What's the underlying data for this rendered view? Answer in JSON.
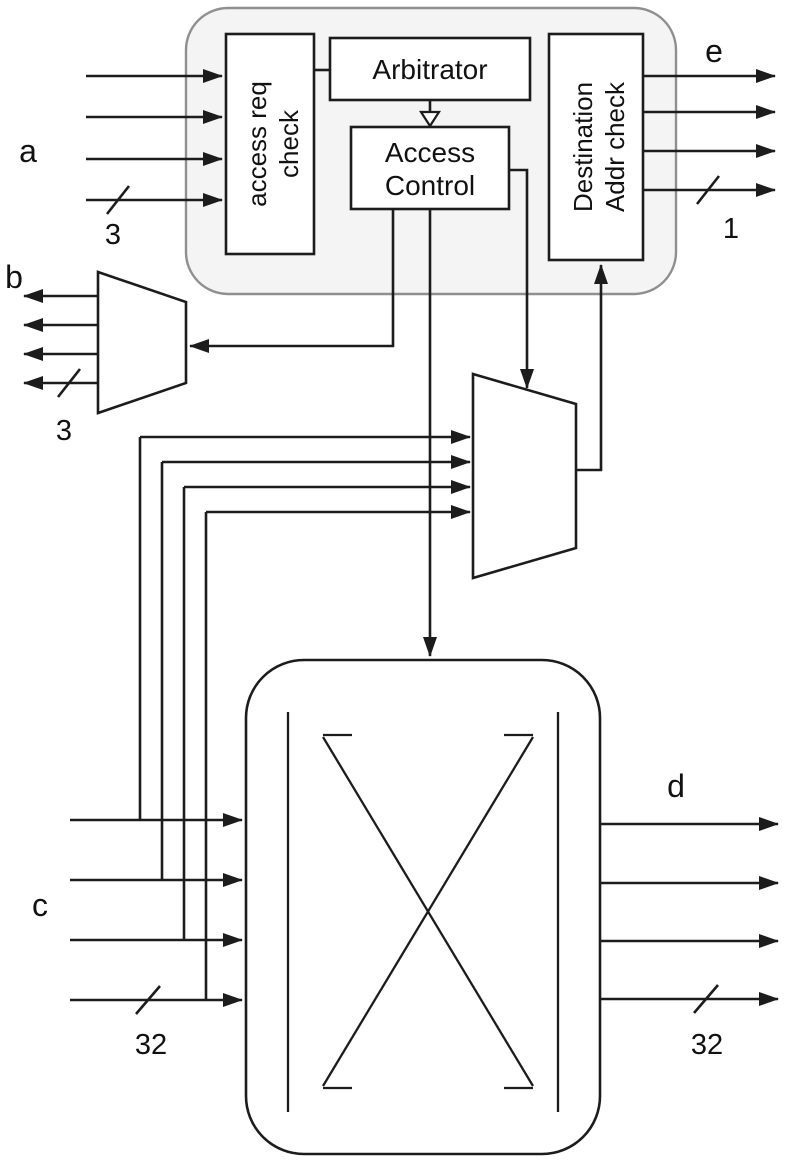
{
  "colors": {
    "line": "#1c1c1c",
    "container_fill": "#f4f4f4",
    "container_stroke": "#909090",
    "box_fill": "#ffffff"
  },
  "blocks": {
    "access_req_check": {
      "line1": "access req",
      "line2": "check"
    },
    "arbitrator": {
      "label": "Arbitrator"
    },
    "access_control": {
      "line1": "Access",
      "line2": "Control"
    },
    "destination_addr_check": {
      "line1": "Destination",
      "line2": "Addr check"
    }
  },
  "ports": {
    "a": {
      "label": "a",
      "bus": "3"
    },
    "b": {
      "label": "b",
      "bus": "3"
    },
    "c": {
      "label": "c",
      "bus": "32"
    },
    "d": {
      "label": "d",
      "bus": "32"
    },
    "e": {
      "label": "e",
      "bus": "1"
    }
  }
}
